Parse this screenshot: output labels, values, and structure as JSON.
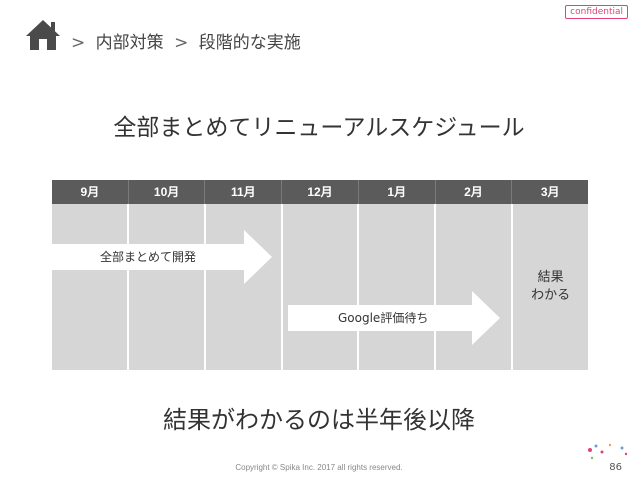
{
  "header": {
    "confidential": "confidential",
    "breadcrumb": {
      "separator": ">",
      "items": [
        "内部対策",
        "段階的な実施"
      ]
    }
  },
  "slide": {
    "title": "全部まとめてリニューアルスケジュール",
    "months": [
      "9月",
      "10月",
      "11月",
      "12月",
      "1月",
      "2月",
      "3月"
    ],
    "arrows": [
      {
        "label": "全部まとめて開発"
      },
      {
        "label": "Google評価待ち"
      }
    ],
    "result": "結果\nわかる",
    "conclusion": "結果がわかるのは半年後以降"
  },
  "footer": {
    "copyright": "Copyright © Spika Inc. 2017 all rights reserved.",
    "page_number": "86"
  },
  "colors": {
    "accent": "#e2427a",
    "month_header_bg": "#5b5b5b",
    "column_bg": "#d6d6d6",
    "icon": "#4a4a4a"
  }
}
